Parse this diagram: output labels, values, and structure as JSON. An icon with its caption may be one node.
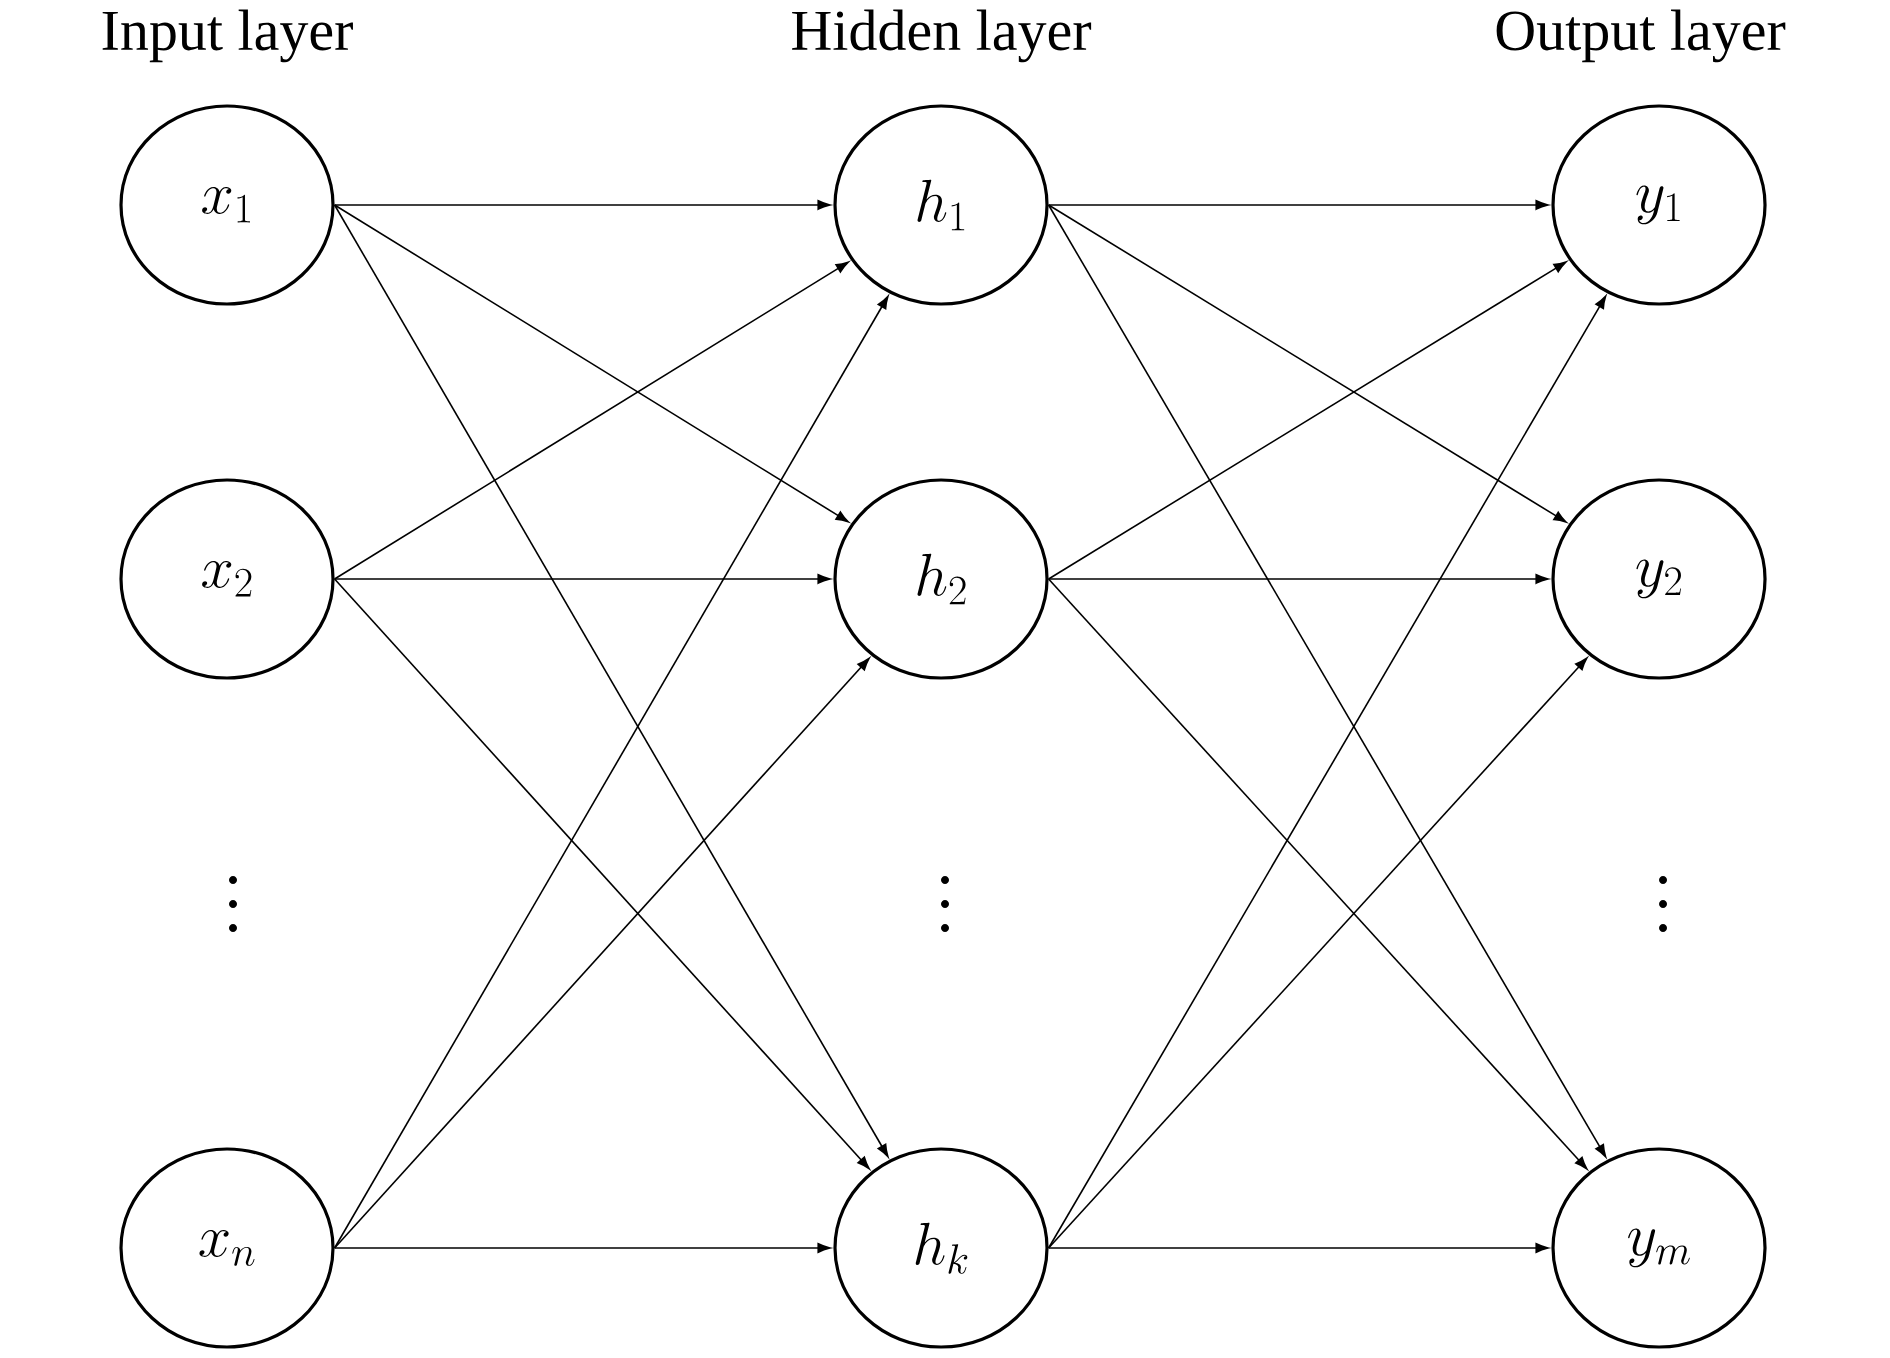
{
  "diagram": {
    "nodes": [
      {
        "text": [
          "x_{1}"
        ]
      },
      {
        "text": [
          "x_{2}"
        ]
      },
      {
        "text": [
          "x_{n}"
        ]
      },
      {
        "text": [
          "h_{1}"
        ]
      },
      {
        "text": [
          "h_{2}"
        ]
      },
      {
        "text": [
          "h_{k}"
        ]
      },
      {
        "text": [
          "y_{1}"
        ]
      },
      {
        "text": [
          "y_{2}"
        ]
      },
      {
        "text": [
          "y_{m}"
        ]
      }
    ],
    "edges": [
      {
        "from": 0,
        "to": 3,
        "arrow": "to"
      },
      {
        "from": 0,
        "to": 4,
        "arrow": "to"
      },
      {
        "from": 0,
        "to": 5,
        "arrow": "to"
      },
      {
        "from": 1,
        "to": 3,
        "arrow": "to"
      },
      {
        "from": 1,
        "to": 4,
        "arrow": "to"
      },
      {
        "from": 1,
        "to": 5,
        "arrow": "to"
      },
      {
        "from": 2,
        "to": 3,
        "arrow": "to"
      },
      {
        "from": 2,
        "to": 4,
        "arrow": "to"
      },
      {
        "from": 2,
        "to": 5,
        "arrow": "to"
      },
      {
        "from": 3,
        "to": 6,
        "arrow": "to"
      },
      {
        "from": 3,
        "to": 7,
        "arrow": "to"
      },
      {
        "from": 3,
        "to": 8,
        "arrow": "to"
      },
      {
        "from": 4,
        "to": 6,
        "arrow": "to"
      },
      {
        "from": 4,
        "to": 7,
        "arrow": "to"
      },
      {
        "from": 4,
        "to": 8,
        "arrow": "to"
      },
      {
        "from": 5,
        "to": 6,
        "arrow": "to"
      },
      {
        "from": 5,
        "to": 7,
        "arrow": "to"
      },
      {
        "from": 5,
        "to": 8,
        "arrow": "to"
      }
    ],
    "labels": [
      "Input layer",
      "Hidden layer",
      "Output layer"
    ]
  }
}
